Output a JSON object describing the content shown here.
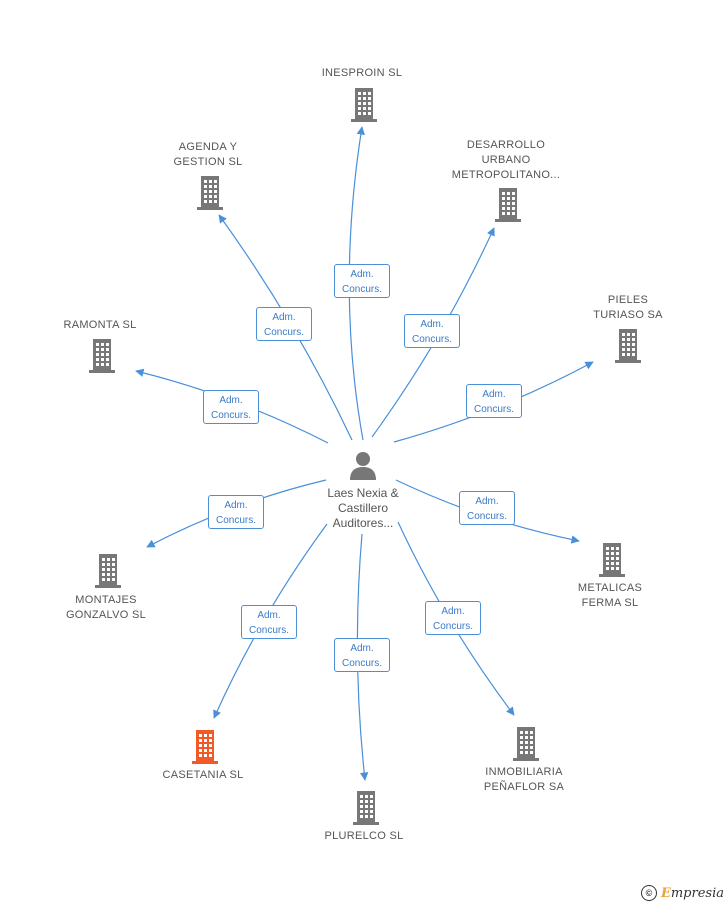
{
  "center": {
    "label": "Laes Nexia & Castillero Auditores..."
  },
  "relation": {
    "line1": "Adm.",
    "line2": "Concurs."
  },
  "colors": {
    "edge": "#4a90d9",
    "building": "#777777",
    "highlight": "#f05a28"
  },
  "icons": {
    "center": "person-icon",
    "node": "building-icon"
  },
  "nodes": [
    {
      "id": "inesproin",
      "label": "INESPROIN SL",
      "highlight": false
    },
    {
      "id": "agenda",
      "label": "AGENDA Y\nGESTION SL",
      "highlight": false
    },
    {
      "id": "desarrollo",
      "label": "DESARROLLO\nURBANO\nMETROPOLITANO...",
      "highlight": false
    },
    {
      "id": "ramonta",
      "label": "RAMONTA SL",
      "highlight": false
    },
    {
      "id": "pieles",
      "label": "PIELES\nTURIASO SA",
      "highlight": false
    },
    {
      "id": "montajes",
      "label": "MONTAJES\nGONZALVO SL",
      "highlight": false
    },
    {
      "id": "metalicas",
      "label": "METALICAS\nFERMA SL",
      "highlight": false
    },
    {
      "id": "casetania",
      "label": "CASETANIA SL",
      "highlight": true
    },
    {
      "id": "inmobiliaria",
      "label": "INMOBILIARIA\nPEÑAFLOR SA",
      "highlight": false
    },
    {
      "id": "plurelco",
      "label": "PLURELCO SL",
      "highlight": false
    }
  ],
  "brand": {
    "copyright_symbol": "©",
    "first_letter": "E",
    "rest": "mpresia"
  }
}
